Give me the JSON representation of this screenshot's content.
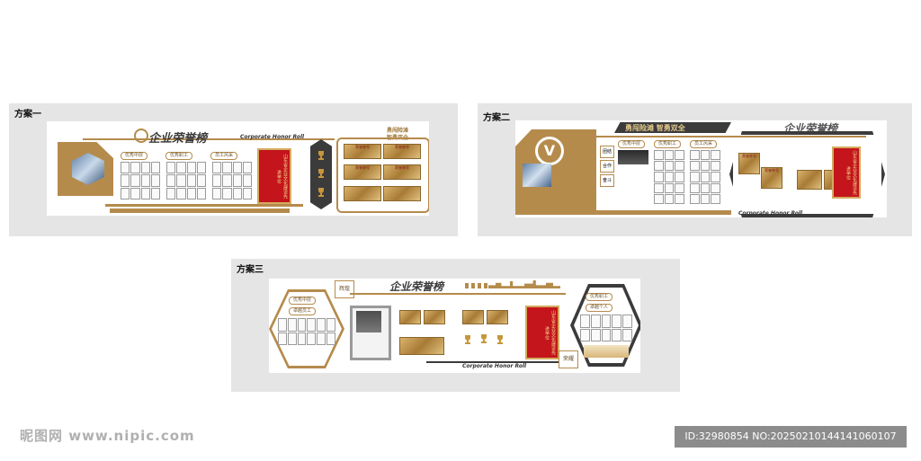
{
  "plan1": {
    "label": "方案一",
    "title": "企业荣誉榜",
    "subtitle": "Corporate Honor Roll",
    "tagline_1": "勇闯险滩",
    "tagline_2": "智勇双全",
    "categories": [
      "优秀中层",
      "优秀职工",
      "员工风采"
    ],
    "banner_text": "山东省企业文化建设先进单位",
    "plaque_text": "荣誉称号"
  },
  "plan2": {
    "label": "方案二",
    "title": "企业荣誉榜",
    "slogan": "勇闯险滩 智勇双全",
    "subtitle": "Corporate Honor Roll",
    "hex_items": [
      "团结",
      "合作",
      "奋斗"
    ],
    "categories": [
      "优秀中层",
      "优秀职工",
      "员工风采"
    ],
    "banner_text": "山东省企业文化建设先进单位",
    "plaque_text": "荣誉称号"
  },
  "plan3": {
    "label": "方案三",
    "title": "企业荣誉榜",
    "subtitle": "Corporate Honor Roll",
    "hex_badge_top": "辉煌",
    "hex_badge_bottom": "荣耀",
    "left_category": "优秀中层",
    "left_sub": "卓越员工",
    "right_category": "优秀职工",
    "right_sub": "卓越个人",
    "banner_text": "山东省企业文化建设先进单位"
  },
  "watermark": {
    "left": "昵图网 www.nipic.com",
    "right": "ID:32980854 NO:20250210144141060107"
  },
  "colors": {
    "gold": "#b58b4c",
    "red": "#c3151b",
    "dark": "#3b3b3b"
  }
}
